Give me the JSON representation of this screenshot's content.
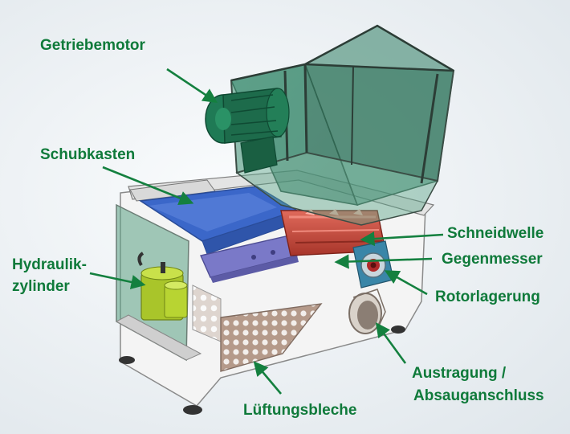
{
  "labels": {
    "getriebemotor": "Getriebemotor",
    "schubkasten": "Schubkasten",
    "hydraulik_line1": "Hydraulik-",
    "hydraulik_line2": "zylinder",
    "schneidwelle": "Schneidwelle",
    "gegenmesser": "Gegenmesser",
    "rotorlagerung": "Rotorlagerung",
    "austragung_line1": "Austragung /",
    "austragung_line2": "Absauganschluss",
    "lueftungsbleche": "Lüftungsbleche"
  },
  "colors": {
    "label_text": "#0f7a3a",
    "arrow": "#14803f",
    "hopper_glass": "#2f7d62",
    "motor": "#1d6b4b",
    "pusher_box": "#3b67c9",
    "rotor": "#c8473a",
    "counter_knife": "#7a79c8",
    "hydraulic": "#b8d432",
    "frame": "#f2f2f2"
  }
}
